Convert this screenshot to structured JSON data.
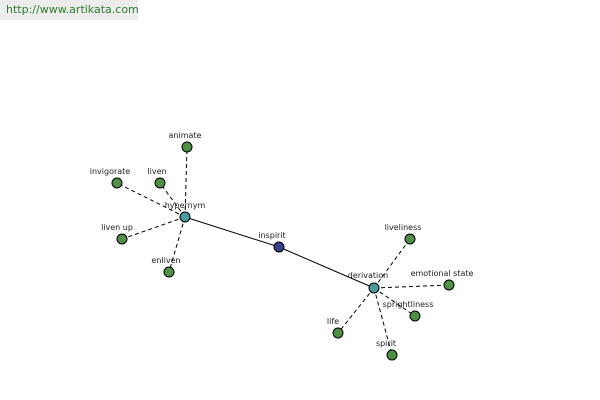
{
  "banner": {
    "url": "http://www.artikata.com"
  },
  "colors": {
    "leaf": "#4f8f46",
    "hub": "#4a9aa0",
    "center": "#3a3f8a"
  },
  "graph": {
    "nodes": [
      {
        "id": "inspirit",
        "label": "inspirit",
        "kind": "center"
      },
      {
        "id": "hypernym",
        "label": "hypernym",
        "kind": "hub"
      },
      {
        "id": "derivation",
        "label": "derivation",
        "kind": "hub"
      },
      {
        "id": "animate",
        "label": "animate",
        "kind": "leaf"
      },
      {
        "id": "invigorate",
        "label": "invigorate",
        "kind": "leaf"
      },
      {
        "id": "liven",
        "label": "liven",
        "kind": "leaf"
      },
      {
        "id": "liven_up",
        "label": "liven up",
        "kind": "leaf"
      },
      {
        "id": "enliven",
        "label": "enliven",
        "kind": "leaf"
      },
      {
        "id": "liveliness",
        "label": "liveliness",
        "kind": "leaf"
      },
      {
        "id": "emotional_state",
        "label": "emotional state",
        "kind": "leaf"
      },
      {
        "id": "sprightliness",
        "label": "sprightliness",
        "kind": "leaf"
      },
      {
        "id": "life",
        "label": "life",
        "kind": "leaf"
      },
      {
        "id": "spirit",
        "label": "spirit",
        "kind": "leaf"
      }
    ],
    "edges": [
      {
        "from": "inspirit",
        "to": "hypernym",
        "style": "solid"
      },
      {
        "from": "inspirit",
        "to": "derivation",
        "style": "solid"
      },
      {
        "from": "hypernym",
        "to": "animate",
        "style": "dashed"
      },
      {
        "from": "hypernym",
        "to": "invigorate",
        "style": "dashed"
      },
      {
        "from": "hypernym",
        "to": "liven",
        "style": "dashed"
      },
      {
        "from": "hypernym",
        "to": "liven_up",
        "style": "dashed"
      },
      {
        "from": "hypernym",
        "to": "enliven",
        "style": "dashed"
      },
      {
        "from": "derivation",
        "to": "liveliness",
        "style": "dashed"
      },
      {
        "from": "derivation",
        "to": "emotional_state",
        "style": "dashed"
      },
      {
        "from": "derivation",
        "to": "sprightliness",
        "style": "dashed"
      },
      {
        "from": "derivation",
        "to": "life",
        "style": "dashed"
      },
      {
        "from": "derivation",
        "to": "spirit",
        "style": "dashed"
      }
    ]
  }
}
